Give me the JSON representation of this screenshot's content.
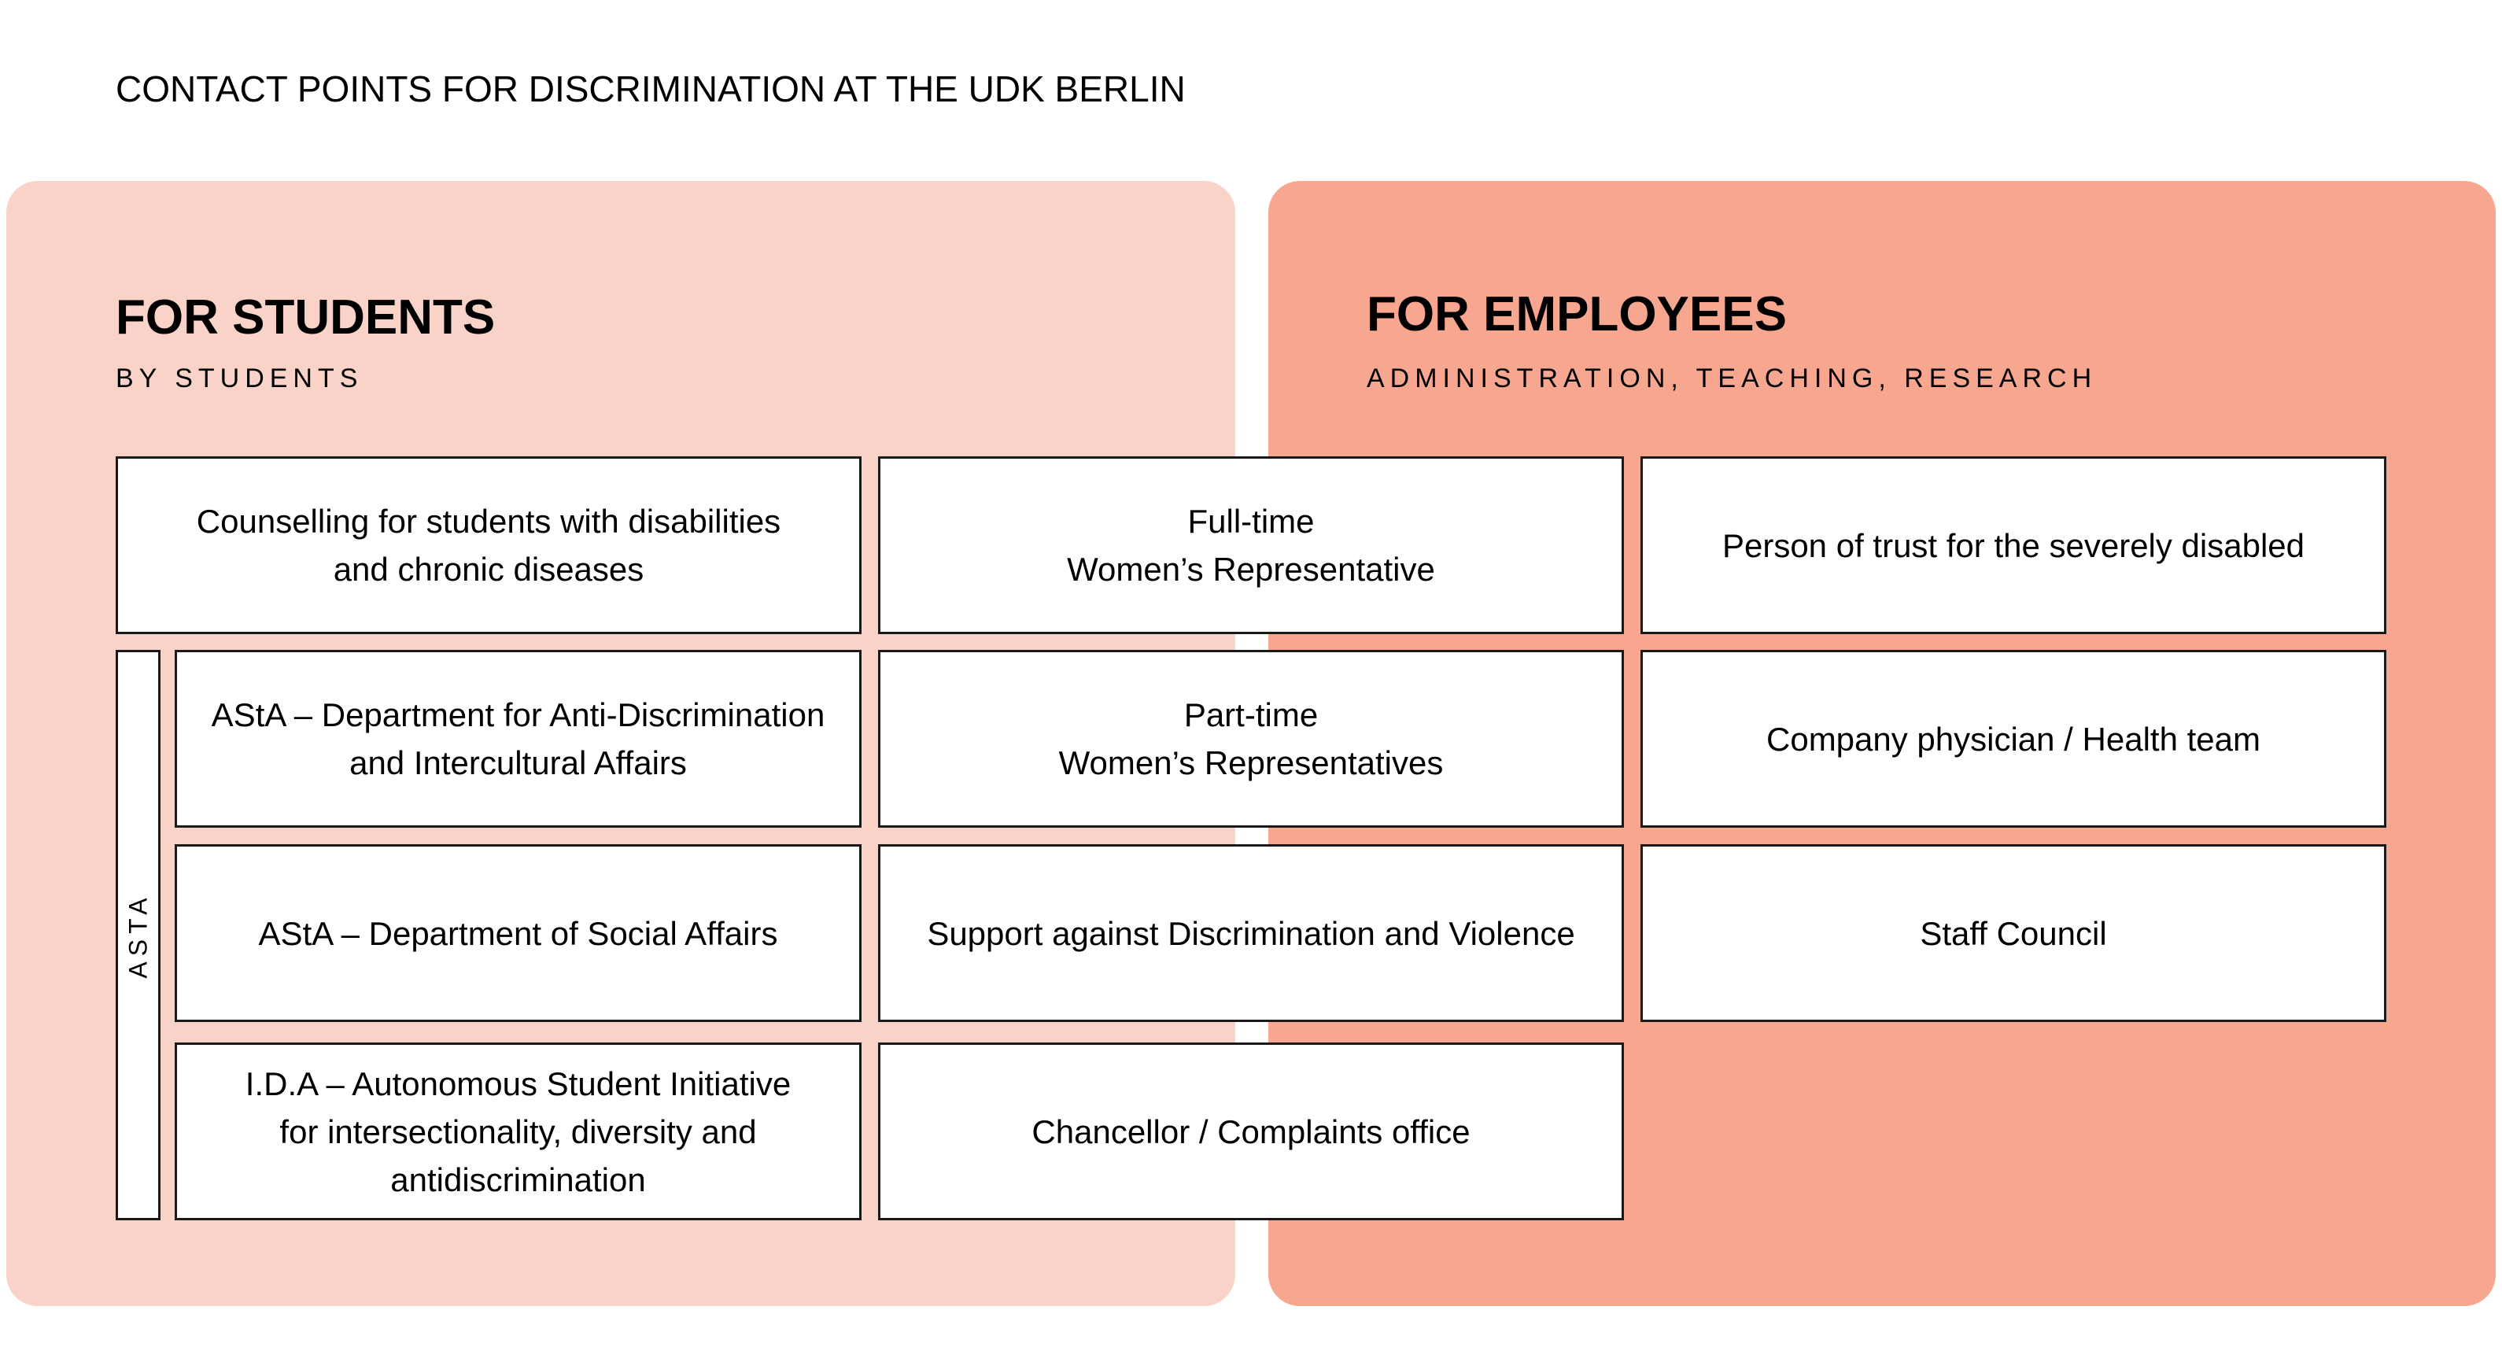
{
  "title": "CONTACT POINTS FOR DISCRIMINATION AT THE UDK BERLIN",
  "colors": {
    "students_panel": "#f9d3c7",
    "employees_panel": "#f7a78f",
    "box_border": "#1a1a1a"
  },
  "students": {
    "heading": "FOR STUDENTS",
    "subheading": "BY STUDENTS",
    "asta_label": "ASTA"
  },
  "employees": {
    "heading": "FOR EMPLOYEES",
    "subheading": "ADMINISTRATION, TEACHING, RESEARCH"
  },
  "boxes": {
    "counselling": [
      "Counselling for students with disabilities",
      "and chronic diseases"
    ],
    "fulltime_womens_rep": [
      "Full-time",
      "Women’s Representative"
    ],
    "person_of_trust": [
      "Person of trust for the severely disabled"
    ],
    "asta_antidiscrimination": [
      "AStA – Department for Anti-Discrimination",
      "and Intercultural Affairs"
    ],
    "parttime_womens_reps": [
      "Part-time",
      "Women’s Representatives"
    ],
    "company_physician": [
      "Company physician / Health team"
    ],
    "asta_social": [
      "AStA – Department of Social Affairs"
    ],
    "support_against_discrimination": [
      "Support against Discrimination and Violence"
    ],
    "staff_council": [
      "Staff Council"
    ],
    "ida_initiative": [
      "I.D.A – Autonomous Student Initiative",
      "for intersectionality, diversity and",
      "antidiscrimination"
    ],
    "chancellor": [
      "Chancellor / Complaints office"
    ]
  }
}
